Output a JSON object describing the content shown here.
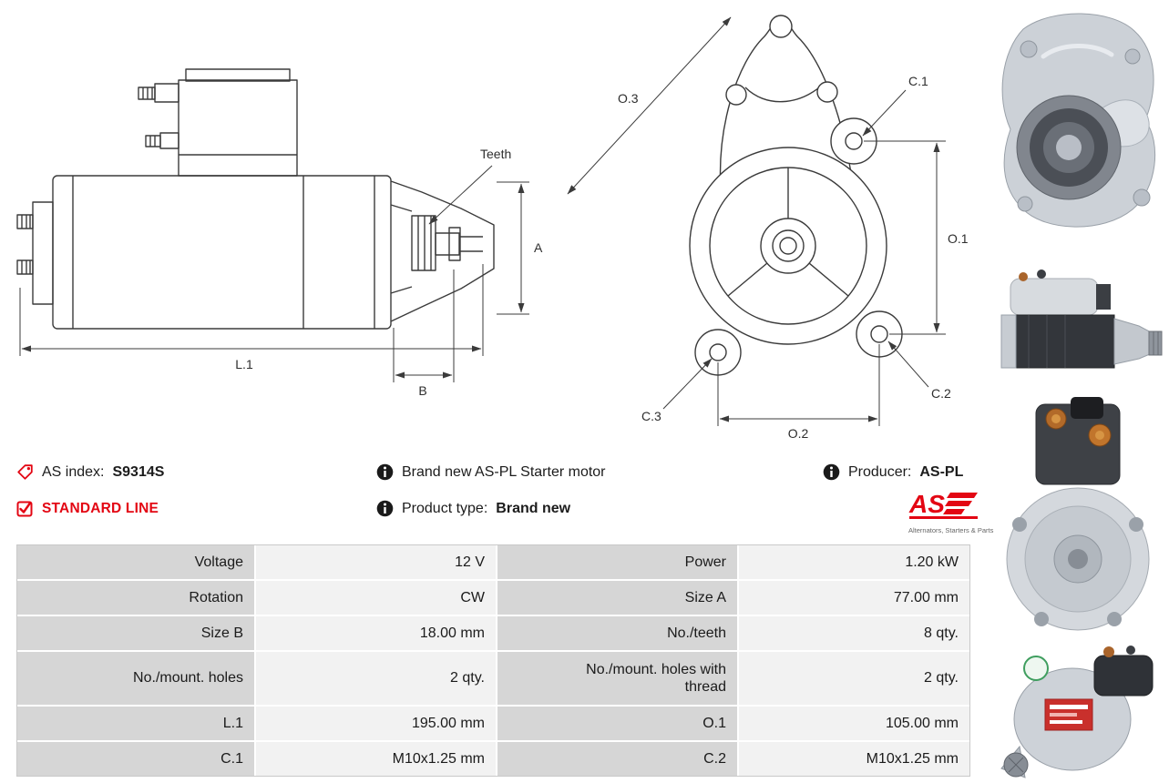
{
  "colors": {
    "accent_red": "#e30613",
    "table_label_bg": "#d6d6d6",
    "table_value_bg": "#f2f2f2",
    "drawing_line": "#3b3b3b"
  },
  "diagram": {
    "teeth": "Teeth",
    "a": "A",
    "b": "B",
    "l1": "L.1",
    "o1": "O.1",
    "o2": "O.2",
    "o3": "O.3",
    "c1": "C.1",
    "c2": "C.2",
    "c3": "C.3"
  },
  "info": {
    "as_index_label": "AS index:",
    "as_index_value": "S9314S",
    "standard_line": "STANDARD LINE",
    "brand_new_text": "Brand new AS-PL Starter motor",
    "product_type_label": "Product type:",
    "product_type_value": "Brand new",
    "producer_label": "Producer:",
    "producer_value": "AS-PL",
    "logo_text": "AS",
    "logo_subtext": "Alternators, Starters & Parts"
  },
  "icons": {
    "as_index": "tag-icon",
    "standard_line": "checkbox-checked-icon",
    "brand_new": "info-icon",
    "product_type": "info-icon",
    "producer": "info-icon"
  },
  "table": {
    "rows": [
      {
        "label1": "Voltage",
        "value1": "12 V",
        "label2": "Power",
        "value2": "1.20 kW"
      },
      {
        "label1": "Rotation",
        "value1": "CW",
        "label2": "Size A",
        "value2": "77.00 mm"
      },
      {
        "label1": "Size B",
        "value1": "18.00 mm",
        "label2": "No./teeth",
        "value2": "8 qty."
      },
      {
        "label1": "No./mount. holes",
        "value1": "2 qty.",
        "label2": "No./mount. holes with thread",
        "value2": "2 qty."
      },
      {
        "label1": "L.1",
        "value1": "195.00 mm",
        "label2": "O.1",
        "value2": "105.00 mm"
      },
      {
        "label1": "C.1",
        "value1": "M10x1.25 mm",
        "label2": "C.2",
        "value2": "M10x1.25 mm"
      }
    ]
  }
}
